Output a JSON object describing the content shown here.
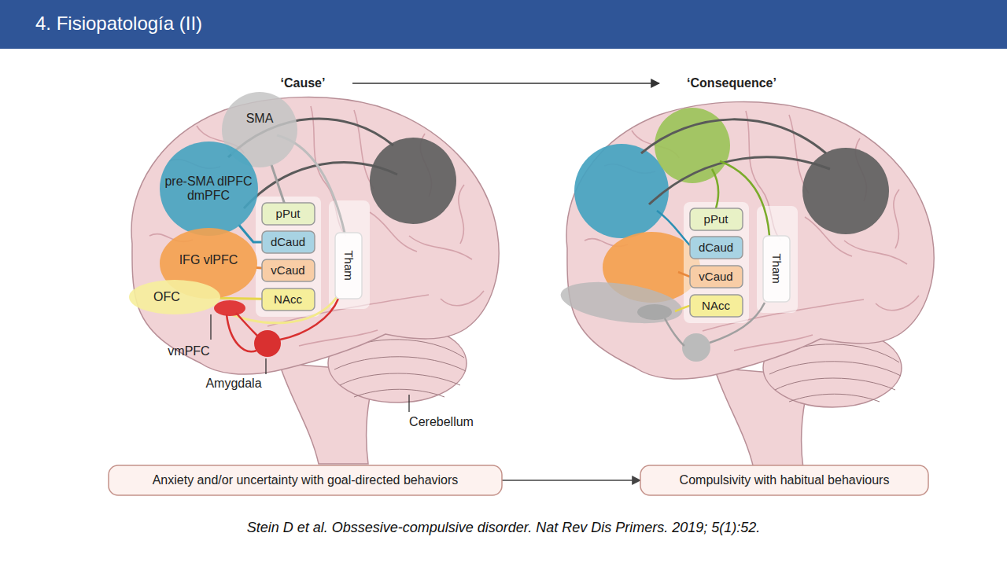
{
  "diagram": {
    "title": "4. Fisiopatología (II)",
    "caption": "Stein D et al. Obssesive-compulsive disorder. Nat Rev Dis Primers. 2019; 5(1):52.",
    "nodes": [
      {
        "text": [
          "SMA"
        ]
      },
      {
        "text": [
          "pre-SMA dlPFC dmPFC"
        ]
      },
      {
        "text": [
          "pPut"
        ]
      },
      {
        "text": [
          "dCaud"
        ]
      },
      {
        "text": [
          "vCaud"
        ]
      },
      {
        "text": [
          "IFG vlPFC"
        ]
      },
      {
        "text": [
          "Tham"
        ]
      },
      {
        "text": [
          "OFC"
        ]
      },
      {
        "text": [
          "NAcc"
        ]
      },
      {
        "text": [
          "pPut"
        ]
      },
      {
        "text": [
          "dCaud"
        ]
      },
      {
        "text": [
          "Tham"
        ]
      },
      {
        "text": [
          "vCaud"
        ]
      },
      {
        "text": [
          "NAcc"
        ]
      },
      {
        "text": [
          "Anxiety and/or uncertainty with goal-directed behaviors"
        ]
      },
      {
        "text": [
          "Compulsivity with habitual behaviours"
        ]
      }
    ],
    "edges": [
      {
        "from": 0,
        "to": 2,
        "arrow": "none"
      },
      {
        "from": 1,
        "to": 3,
        "arrow": "none"
      },
      {
        "from": 5,
        "to": 4,
        "arrow": "none"
      },
      {
        "from": 7,
        "to": 8,
        "arrow": "none"
      },
      {
        "from": 14,
        "to": 15,
        "arrow": "to"
      }
    ],
    "labels": [
      "‘Cause’",
      "‘Consequence’",
      "vmPFC",
      "Amygdala",
      "Cerebellum"
    ]
  }
}
